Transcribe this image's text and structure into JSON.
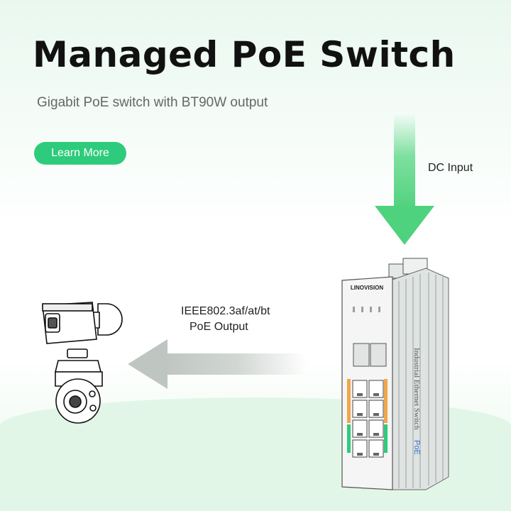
{
  "title": "Managed PoE Switch",
  "subtitle": "Gigabit PoE switch with BT90W output",
  "cta_label": "Learn More",
  "dc_label": "DC Input",
  "poe_label_line1": "IEEE802.3af/at/bt",
  "poe_label_line2": "PoE Output",
  "device": {
    "brand": "LINOVISION",
    "side_text": "Industrial Ethernet Switch",
    "side_badge": "PoE"
  },
  "colors": {
    "accent": "#2ecb7c",
    "arrow_green": "#5ed887",
    "arrow_gray": "#c9cfcb"
  },
  "icons": [
    "bullet-camera-icon",
    "ptz-dome-camera-icon",
    "dc-input-arrow-icon",
    "poe-output-arrow-icon"
  ]
}
